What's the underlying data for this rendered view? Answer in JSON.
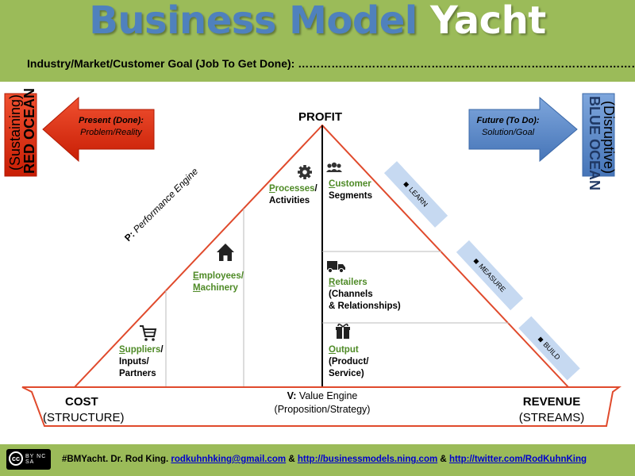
{
  "title": {
    "part1": "Business Model",
    "part2": "Yacht"
  },
  "goal_line": "Industry/Market/Customer Goal (Job To Get Done): ……………………………………………………………………………………",
  "left_side": {
    "line1": "(Sustaining)",
    "line2": "RED OCEAN"
  },
  "right_side": {
    "line1": "(Disruptive)",
    "line2": "BLUE OCEAN"
  },
  "present_arrow": {
    "title": "Present (Done):",
    "subtitle": "Problem/Reality"
  },
  "future_arrow": {
    "title": "Future (To Do):",
    "subtitle": "Solution/Goal"
  },
  "profit": "PROFIT",
  "performance_engine": {
    "letter": "P:",
    "text": "Performance Engine"
  },
  "processes": {
    "first": "P",
    "rest": "rocesses",
    "slash": "/",
    "line2": "Activities"
  },
  "employees": {
    "first": "E",
    "rest": "mployees/",
    "line2_first": "M",
    "line2_rest": "achinery"
  },
  "suppliers": {
    "first": "S",
    "rest": "uppliers",
    "slash": "/",
    "line2": "Inputs/",
    "line3": "Partners"
  },
  "customer": {
    "first": "C",
    "rest": "ustomer",
    "line2": "Segments"
  },
  "retailers": {
    "first": "R",
    "rest": "etailers",
    "line2": "(Channels",
    "line3": "& Relationships)"
  },
  "output": {
    "first": "O",
    "rest": "utput",
    "line2": "(Product/",
    "line3": "Service)"
  },
  "tags": {
    "learn": "LEARN",
    "measure": "MEASURE",
    "build": "BUILD"
  },
  "cost": {
    "title": "COST",
    "subtitle": "(STRUCTURE)"
  },
  "value_engine": {
    "letter": "V:",
    "text": "Value Engine",
    "subtitle": "(Proposition/Strategy)"
  },
  "revenue": {
    "title": "REVENUE",
    "subtitle": "(STREAMS)"
  },
  "footer": {
    "cc_label": "cc",
    "cc_sub": "BY NC SA",
    "prefix": "#BMYacht. Dr. Rod King.",
    "email": "rodkuhnhking@gmail.com",
    "amp1": "&",
    "link1": "http://businessmodels.ning.com",
    "amp2": "&",
    "link2": "http://twitter.com/RodKuhnKing"
  },
  "colors": {
    "header_green": "#9bbb59",
    "title_blue": "#4f81bd",
    "red_arrow": "#d9290f",
    "blue_arrow": "#5886c8",
    "outline_red": "#e04a2c",
    "label_green": "#4e8a26",
    "tag_blue": "#c6d9f1"
  }
}
